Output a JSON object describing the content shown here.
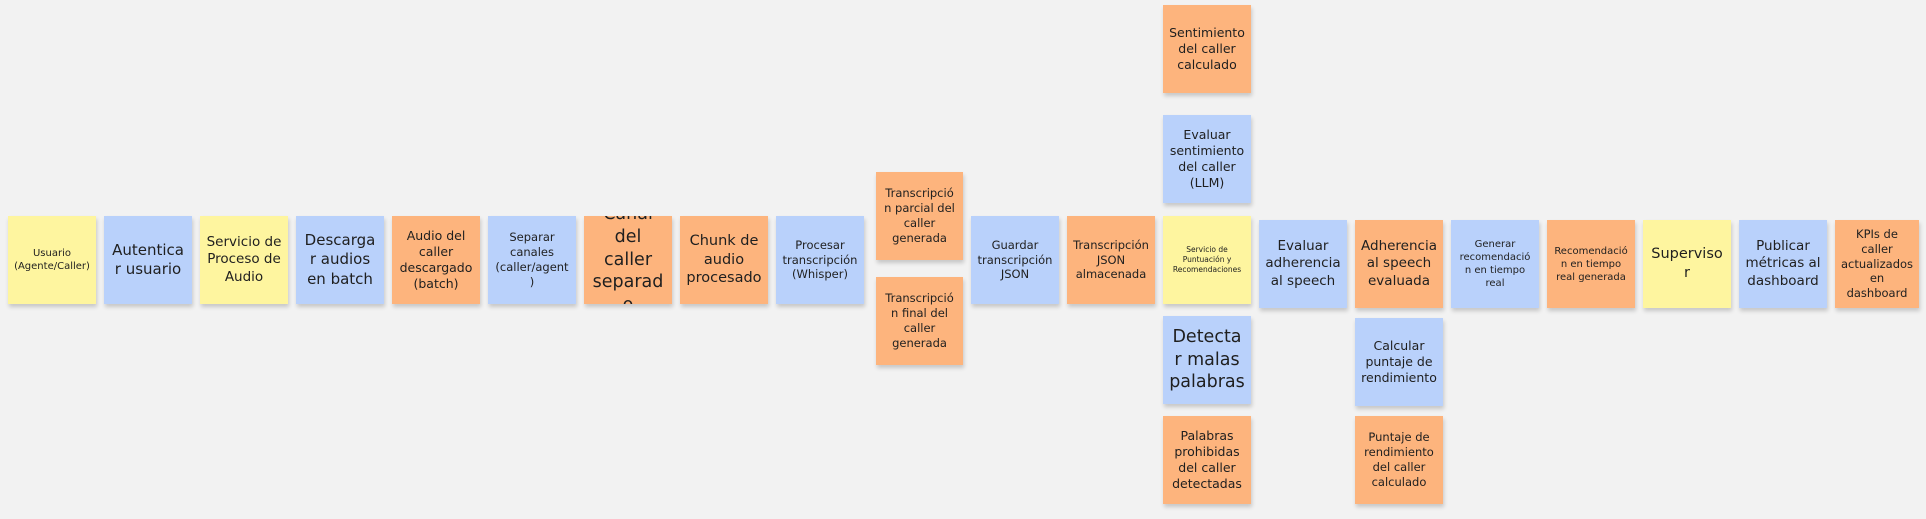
{
  "colors": {
    "background": "#f2f2f2",
    "yellow": "#fef59f",
    "blue": "#b9d1fb",
    "orange": "#fdb47d"
  },
  "notes": [
    {
      "name": "note-usuario",
      "text": "Usuario (Agente/Caller)",
      "color": "yellow"
    },
    {
      "name": "note-autenticar-usuario",
      "text": "Autenticar usuario",
      "color": "blue"
    },
    {
      "name": "note-servicio-proceso-audio",
      "text": "Servicio de Proceso de Audio",
      "color": "yellow"
    },
    {
      "name": "note-descargar-audios",
      "text": "Descargar audios en batch",
      "color": "blue"
    },
    {
      "name": "note-audio-descargado",
      "text": "Audio del caller descargado (batch)",
      "color": "orange"
    },
    {
      "name": "note-separar-canales",
      "text": "Separar canales (caller/agent)",
      "color": "blue"
    },
    {
      "name": "note-canal-separado",
      "text": "Canal del caller separado",
      "color": "orange"
    },
    {
      "name": "note-chunk-audio",
      "text": "Chunk de audio procesado",
      "color": "orange"
    },
    {
      "name": "note-procesar-transcripcion",
      "text": "Procesar transcripción (Whisper)",
      "color": "blue"
    },
    {
      "name": "note-transcripcion-parcial",
      "text": "Transcripción parcial del caller generada",
      "color": "orange"
    },
    {
      "name": "note-transcripcion-final",
      "text": "Transcripción final del caller generada",
      "color": "orange"
    },
    {
      "name": "note-guardar-transcripcion",
      "text": "Guardar transcripción JSON",
      "color": "blue"
    },
    {
      "name": "note-transcripcion-almacenada",
      "text": "Transcripción JSON almacenada",
      "color": "orange"
    },
    {
      "name": "note-sentimiento-calculado",
      "text": "Sentimiento del caller calculado",
      "color": "orange"
    },
    {
      "name": "note-evaluar-sentimiento",
      "text": "Evaluar sentimiento del caller (LLM)",
      "color": "blue"
    },
    {
      "name": "note-servicio-puntuacion",
      "text": "Servicio de Puntuación y Recomendaciones",
      "color": "yellow"
    },
    {
      "name": "note-detectar-malas-palabras",
      "text": "Detectar malas palabras",
      "color": "blue"
    },
    {
      "name": "note-palabras-prohibidas",
      "text": "Palabras prohibidas del caller detectadas",
      "color": "orange"
    },
    {
      "name": "note-evaluar-adherencia",
      "text": "Evaluar adherencia al speech",
      "color": "blue"
    },
    {
      "name": "note-adherencia-evaluada",
      "text": "Adherencia al speech evaluada",
      "color": "orange"
    },
    {
      "name": "note-calcular-puntaje",
      "text": "Calcular puntaje de rendimiento",
      "color": "blue"
    },
    {
      "name": "note-puntaje-calculado",
      "text": "Puntaje de rendimiento del caller calculado",
      "color": "orange"
    },
    {
      "name": "note-generar-recomendacion",
      "text": "Generar recomendación en tiempo real",
      "color": "blue"
    },
    {
      "name": "note-recomendacion-generada",
      "text": "Recomendación en tiempo real generada",
      "color": "orange"
    },
    {
      "name": "note-supervisor",
      "text": "Supervisor",
      "color": "yellow"
    },
    {
      "name": "note-publicar-metricas",
      "text": "Publicar métricas al dashboard",
      "color": "blue"
    },
    {
      "name": "note-kpis-actualizados",
      "text": "KPIs de caller actualizados en dashboard",
      "color": "orange"
    }
  ]
}
